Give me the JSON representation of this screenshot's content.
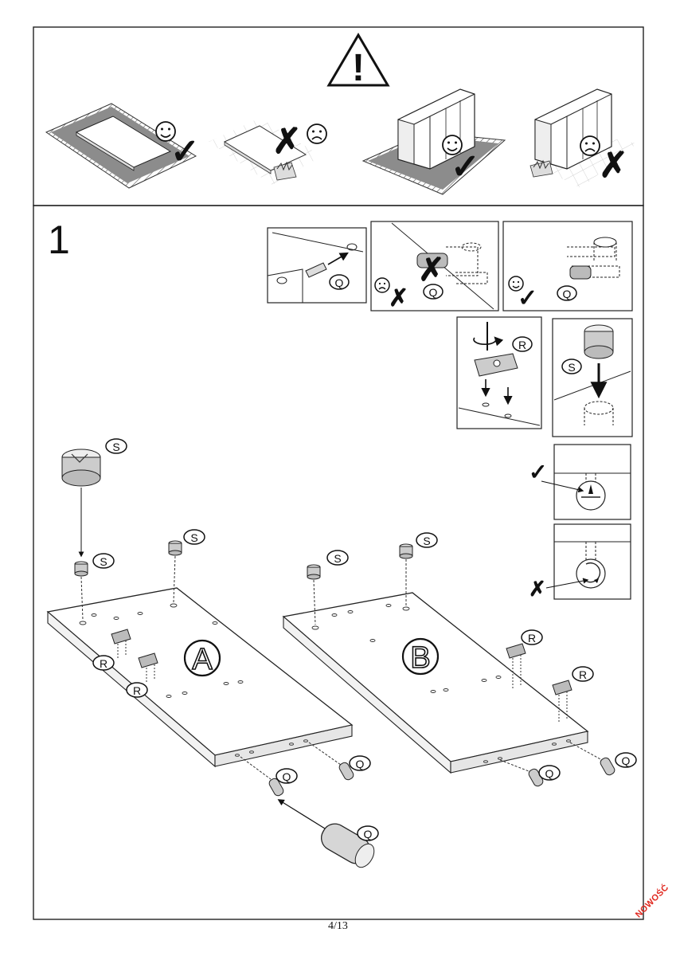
{
  "step": {
    "number": "1"
  },
  "labels": {
    "a": "A",
    "b": "B",
    "q": "Q",
    "r": "R",
    "s": "S"
  },
  "marks": {
    "check": "✓",
    "cross": "✗",
    "warning": "!"
  },
  "footer": {
    "page": "4/13"
  },
  "stamp": {
    "text": "NOWOŚĆ"
  },
  "colors": {
    "line": "#1a1a1a",
    "mat": "#8c8c8c",
    "stamp": "#e0271e"
  }
}
